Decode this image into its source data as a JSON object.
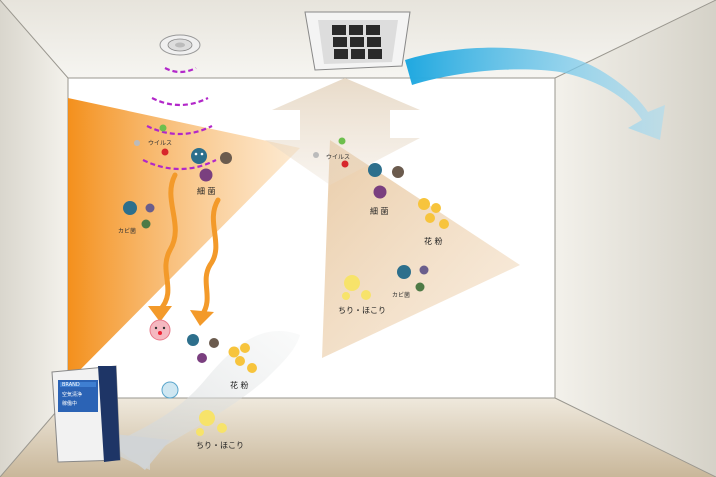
{
  "labels": {
    "virus": "ウイルス",
    "bacteria": "細 菌",
    "mold": "カビ菌",
    "pollen": "花 粉",
    "dust": "ちり・ほこり"
  },
  "purifier_screen": {
    "line1": "BRAND",
    "line2": "空気清浄",
    "line3": "稼働中"
  },
  "colors": {
    "orange": "#f39a2a",
    "magenta": "#b227c9",
    "cyan_arrow": "#3fb7e6",
    "mold_blue": "#2d6f8c",
    "bacteria_purple": "#7a3f7f",
    "pollen_yellow": "#f7c43c"
  },
  "icons": [
    "ceiling-diffuser-icon",
    "ceiling-ac-icon",
    "air-purifier-icon",
    "virus-icon",
    "bacteria-icon",
    "mold-icon",
    "pollen-icon",
    "dust-icon",
    "face-icon",
    "exhaust-arrow-icon"
  ]
}
